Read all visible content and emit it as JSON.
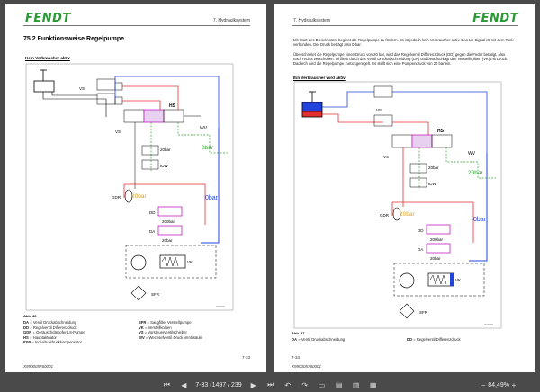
{
  "left_page": {
    "logo": "FENDT",
    "header": "7. Hydraulksystem",
    "section_title": "75.2 Funktionsweise Regelpumpe",
    "subtitle": "Kein Verbraucher aktiv",
    "diagram": {
      "labels": {
        "hs": "HS",
        "wv": "WV",
        "vs1": "VS",
        "vs2": "VS",
        "twenty_bar_top": "20bar",
        "zero_bar_green": "0bar",
        "idw": "IDW",
        "gdr": "GDR",
        "twenty_bar_red": "20bar",
        "zero_bar_blue": "0bar",
        "dd": "DD",
        "two_hundred_bar": "200bar",
        "da": "DA",
        "twenty_bar_da": "20bar",
        "vk": "VK",
        "sfr": "SFR",
        "ref_id": "000000"
      },
      "colors": {
        "pressure_red": "#e53030",
        "zero_blue": "#2244dd",
        "pilot_green": "#33a033",
        "valve_purple": "#c020c0",
        "twenty_bar_label": "#e0a020"
      }
    },
    "caption": "Abb. 36",
    "legend": {
      "left": [
        {
          "code": "DA",
          "text": "= Ventil Druckabschneidung"
        },
        {
          "code": "DD",
          "text": "= Regelventil Differenzdruck"
        },
        {
          "code": "GDR",
          "text": "= Geräuschdämpfer LS-Pumpe"
        },
        {
          "code": "HS",
          "text": "= Hauptaktuator"
        },
        {
          "code": "IDW",
          "text": "= Individualdruckkompensator"
        }
      ],
      "right": [
        {
          "code": "SFR",
          "text": "= Saugfilter Verstellpumpe"
        },
        {
          "code": "VK",
          "text": "= Verstellkolben"
        },
        {
          "code": "VS",
          "text": "= Vorsteuerventilschieber"
        },
        {
          "code": "WV",
          "text": "= Wechselventil Druck Ventilsäule"
        }
      ]
    },
    "page_number": "7-33",
    "footer": "X990005760001"
  },
  "right_page": {
    "logo": "FENDT",
    "header": "7. Hydraulksystem",
    "intro_p1": "Mit Start des Dieselmotors beginnt die Regelpumpe zu fördern. Es ist jedoch kein Verbraucher aktiv. Das LS-Signal ist mit dem Tank verbunden. Der Druck beträgt also 0 bar.",
    "intro_p2": "Überschreitet die Regelpumpe einen Druck von 20 bar, wird das Regelventil Differenzdruck (DD) gegen die Feder betätigt, also nach rechts verschoben. Öl fließt durch das Ventil Druckabschneidung (DA) und beaufschlagt den Verstellkolben (VK) mit Druck. Dadurch wird die Regelpumpe zurückgeregelt. Es stellt sich eine Pumpendruck von 20 bar ein.",
    "subtitle": "Ein Verbraucher wird aktiv",
    "diagram": {
      "labels": {
        "hs": "HS",
        "wv": "WV",
        "vs1": "VS",
        "vs2": "VS",
        "twenty_bar_top": "20bar",
        "twenty_bar_green": "20bar",
        "idw": "IDW",
        "gdr": "GDR",
        "twenty_bar_red": "20bar",
        "zero_bar_blue": "0bar",
        "dd": "DD",
        "two_hundred_bar": "200bar",
        "da": "DA",
        "twenty_bar_da": "20bar",
        "vk": "VK",
        "sfr": "SFR",
        "ref_id": "000000"
      }
    },
    "caption": "Abb. 37",
    "legend": {
      "left": [
        {
          "code": "DA",
          "text": "= Ventil Druckabschneidung"
        }
      ],
      "right": [
        {
          "code": "DD",
          "text": "= Regelventil Differenzdruck"
        }
      ]
    },
    "page_number": "7-34",
    "footer": "X990005760001"
  },
  "toolbar": {
    "page_field": "7-33 (1497 / 239",
    "zoom": "84,49%"
  }
}
